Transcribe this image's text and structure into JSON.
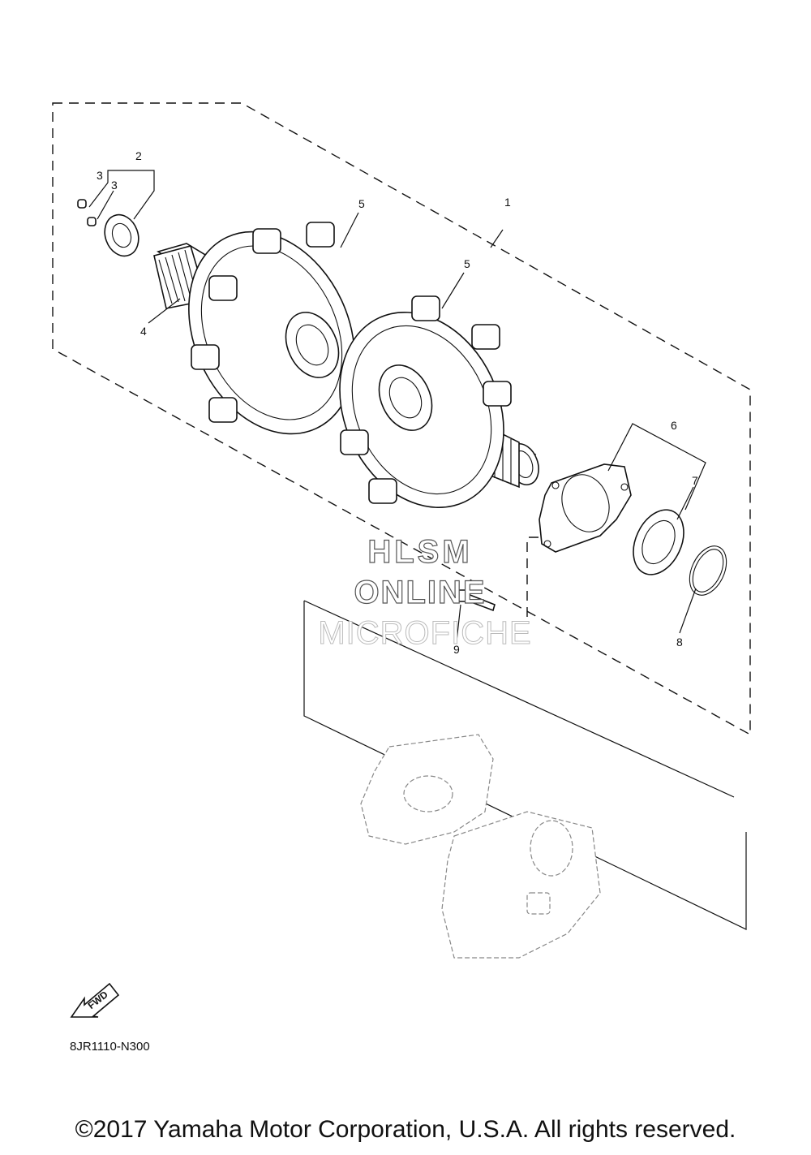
{
  "callouts": {
    "c1": "1",
    "c2": "2",
    "c3a": "3",
    "c3b": "3",
    "c4": "4",
    "c5a": "5",
    "c5b": "5",
    "c6": "6",
    "c7": "7",
    "c8": "8",
    "c9": "9"
  },
  "watermark": {
    "line1": "HLSM",
    "line2": "ONLINE",
    "line3": "MICROFICHE"
  },
  "fwd_label": "FWD",
  "diagram_code": "8JR1110-N300",
  "copyright": "©2017 Yamaha Motor Corporation, U.S.A. All rights reserved."
}
